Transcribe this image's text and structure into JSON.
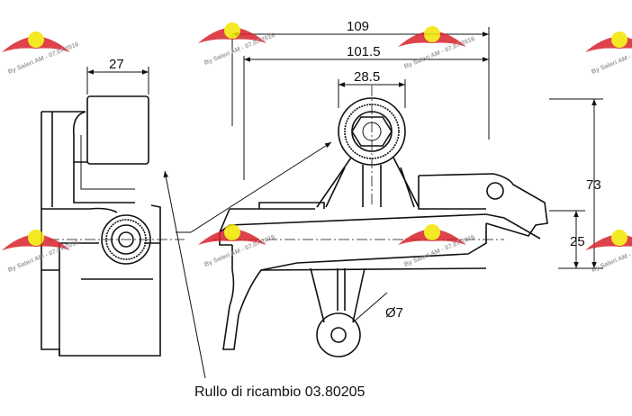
{
  "dimensions": {
    "d109": "109",
    "d101_5": "101.5",
    "d28_5": "28.5",
    "d27": "27",
    "d73": "73",
    "d25": "25",
    "d7": "Ø7"
  },
  "caption": "Rullo di ricambio 03.80205",
  "watermark": {
    "text": "By Saleri AM - 07.07.2016",
    "badge_color": "#d9232d",
    "emblem_color": "#f2e600"
  }
}
